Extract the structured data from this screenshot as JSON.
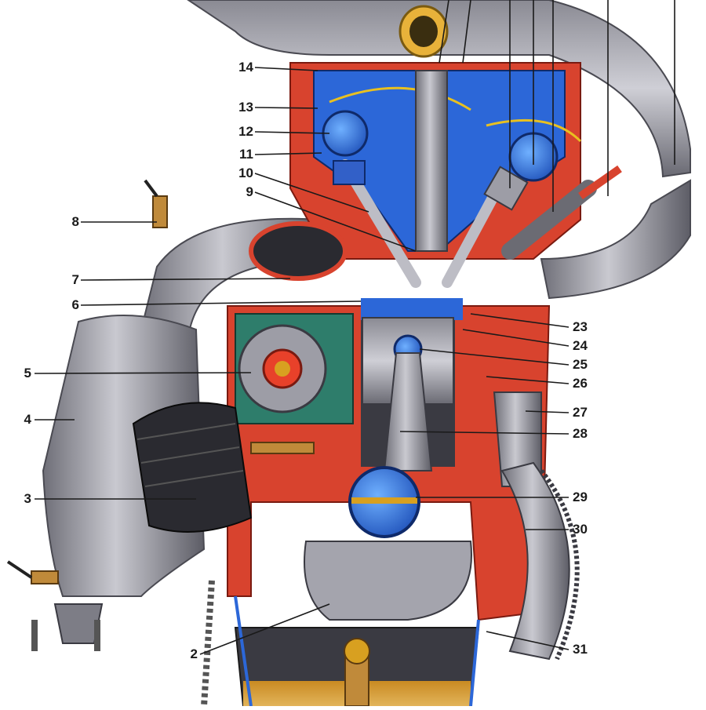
{
  "colors": {
    "coolant_jacket": "#2e7d6b",
    "oil_passage": "#1f5fd6",
    "casting_section": "#e8412a",
    "metal": "#9a9aa3",
    "dark_metal": "#2a2a30",
    "oil_sump": "#c8962a",
    "leader": "#1a1a1a"
  },
  "labels": {
    "left": [
      {
        "id": "14",
        "text": "14"
      },
      {
        "id": "13",
        "text": "13"
      },
      {
        "id": "12",
        "text": "12"
      },
      {
        "id": "11",
        "text": "11"
      },
      {
        "id": "10",
        "text": "10"
      },
      {
        "id": "9",
        "text": "9"
      },
      {
        "id": "8",
        "text": "8"
      },
      {
        "id": "7",
        "text": "7"
      },
      {
        "id": "6",
        "text": "6"
      },
      {
        "id": "5",
        "text": "5"
      },
      {
        "id": "4",
        "text": "4"
      },
      {
        "id": "3",
        "text": "3"
      },
      {
        "id": "2",
        "text": "2"
      }
    ],
    "right": [
      {
        "id": "23",
        "text": "23"
      },
      {
        "id": "24",
        "text": "24"
      },
      {
        "id": "25",
        "text": "25"
      },
      {
        "id": "26",
        "text": "26"
      },
      {
        "id": "27",
        "text": "27"
      },
      {
        "id": "28",
        "text": "28"
      },
      {
        "id": "29",
        "text": "29"
      },
      {
        "id": "30",
        "text": "30"
      },
      {
        "id": "31",
        "text": "31"
      }
    ]
  }
}
